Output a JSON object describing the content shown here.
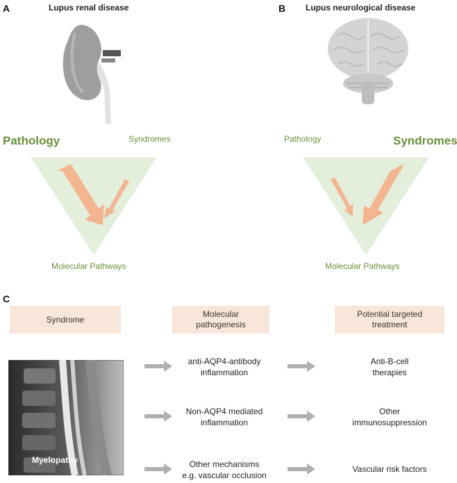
{
  "panel_a": {
    "letter": "A",
    "title": "Lupus renal disease",
    "pathology": "Pathology",
    "syndromes": "Syndromes",
    "pathways": "Molecular Pathways"
  },
  "panel_b": {
    "letter": "B",
    "title": "Lupus neurological disease",
    "pathology": "Pathology",
    "syndromes": "Syndromes",
    "pathways": "Molecular Pathways"
  },
  "panel_c": {
    "letter": "C",
    "headers": {
      "syndrome": "Syndrome",
      "molecular_line1": "Molecular",
      "molecular_line2": "pathogenesis",
      "treatment_line1": "Potential targeted",
      "treatment_line2": "treatment"
    },
    "image_label": "Myelopathy",
    "rows": [
      {
        "mech_line1": "anti-AQP4-antibody",
        "mech_line2": "inflammation",
        "treat_line1": "Anti-B-cell",
        "treat_line2": "therapies"
      },
      {
        "mech_line1": "Non-AQP4 mediated",
        "mech_line2": "inflammation",
        "treat_line1": "Other",
        "treat_line2": "immunosuppression"
      },
      {
        "mech_line1": "Other mechanisms",
        "mech_line2": "e.g. vascular occlusion",
        "treat_line1": "Vascular risk factors",
        "treat_line2": ""
      }
    ]
  },
  "colors": {
    "green_text": "#6a8f3c",
    "triangle_fill": "#e3eedb",
    "arrow_fill": "#f3b490",
    "header_fill": "#f9e6da",
    "gray_arrow": "#b0b0b0"
  }
}
